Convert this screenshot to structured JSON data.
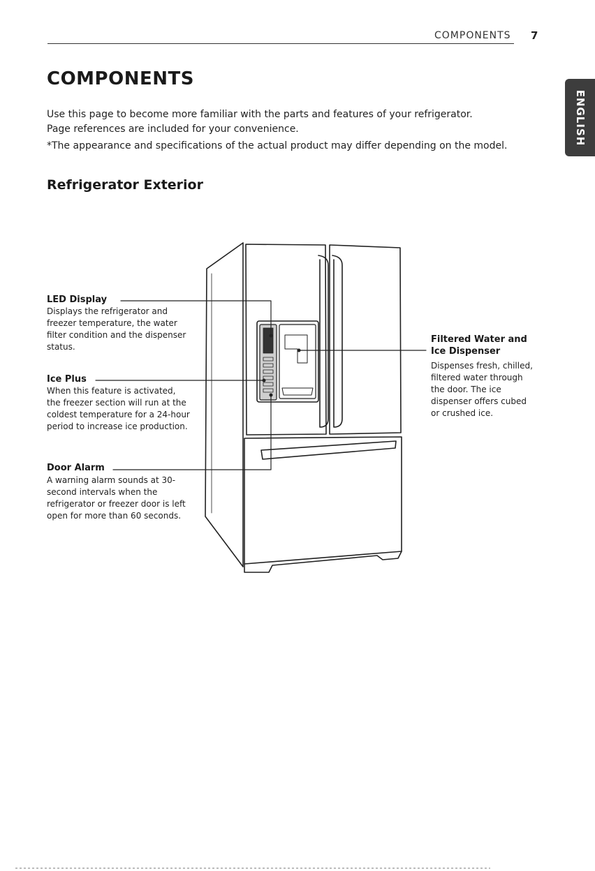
{
  "header": {
    "section_title": "COMPONENTS",
    "page_number": "7"
  },
  "side_tab": {
    "label": "ENGLISH"
  },
  "page_title": "COMPONENTS",
  "intro": {
    "line1": "Use this page to become more familiar with the parts and features of your refrigerator.",
    "line2": "Page references are included for your convenience.",
    "note": "*The appearance and specifications of the actual product may differ depending on the model."
  },
  "section_heading": "Refrigerator Exterior",
  "callouts": {
    "led_display": {
      "title": "LED Display",
      "lines": [
        "Displays the refrigerator and",
        "freezer temperature, the water",
        "filter condition and the dispenser",
        "status."
      ]
    },
    "ice_plus": {
      "title": "Ice Plus",
      "lines": [
        "When this feature is activated,",
        "the freezer section will run at the",
        "coldest temperature for a 24-hour",
        "period to increase ice production."
      ]
    },
    "door_alarm": {
      "title": "Door Alarm",
      "lines": [
        "A warning alarm sounds at 30-",
        "second intervals when the",
        "refrigerator or freezer door is left",
        "open for more than 60 seconds."
      ]
    },
    "water_dispenser": {
      "title_line1": "Filtered Water and",
      "title_line2": "Ice Dispenser",
      "lines": [
        "Dispenses fresh, chilled,",
        "filtered water through",
        "the door. The ice",
        "dispenser offers cubed",
        "or crushed ice."
      ]
    }
  }
}
